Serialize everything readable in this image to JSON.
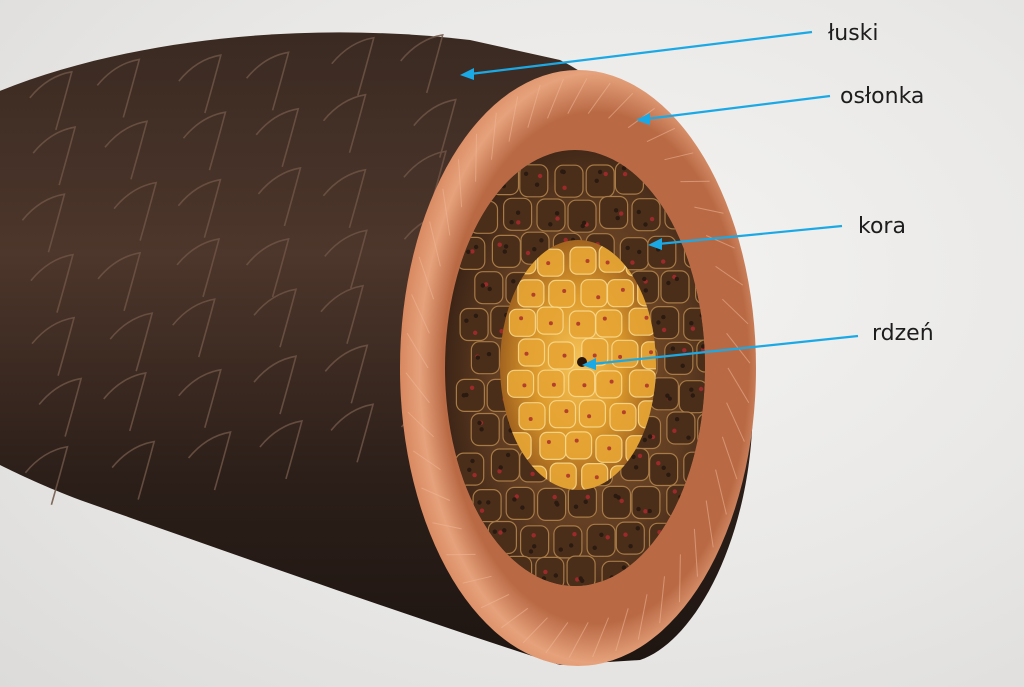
{
  "diagram": {
    "subject": "hair-cross-section",
    "colors": {
      "background": "#e9e8e6",
      "shaft_dark": "#2a1e18",
      "shaft_mid": "#4a3328",
      "cuticle_edge": "#6e5446",
      "ring_outer": "#e7a07a",
      "ring_inner": "#c97650",
      "cortex": "#5a3a22",
      "medulla": "#d99a2a",
      "medulla_core": "#f0bf55",
      "pigment": "#9c2a2a",
      "callout": "#1ba9e6",
      "label_text": "#1d1d1d"
    },
    "labels": [
      {
        "id": "luski",
        "text": "łuski",
        "points_to": "shaft-surface"
      },
      {
        "id": "oslonka",
        "text": "osłonka",
        "points_to": "outer-ring"
      },
      {
        "id": "kora",
        "text": "kora",
        "points_to": "cortex"
      },
      {
        "id": "rdzen",
        "text": "rdzeń",
        "points_to": "medulla"
      }
    ]
  }
}
